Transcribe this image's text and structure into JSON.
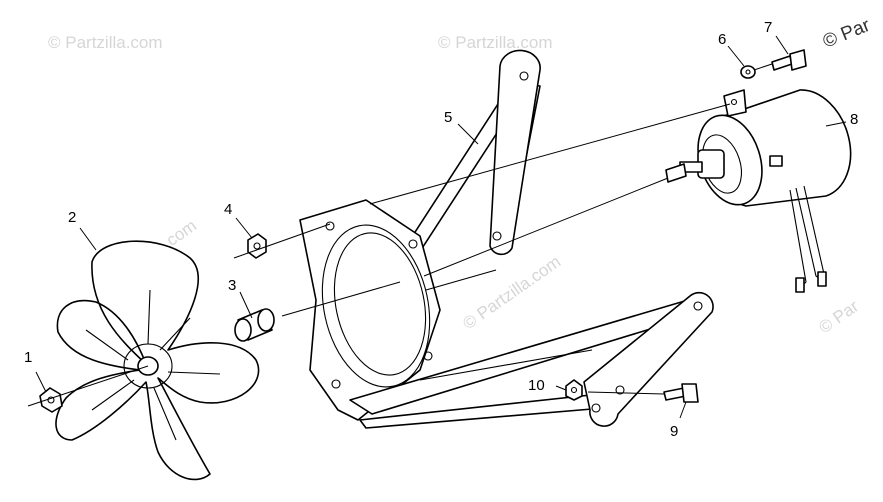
{
  "callouts": [
    "1",
    "2",
    "3",
    "4",
    "5",
    "6",
    "7",
    "8",
    "9",
    "10"
  ],
  "watermarks": [
    "© Partzilla.com",
    "© Partzilla.com",
    "© Par",
    "© Partzilla.com",
    "© Partzilla.com",
    "© Par",
    "Partzilla.com"
  ]
}
